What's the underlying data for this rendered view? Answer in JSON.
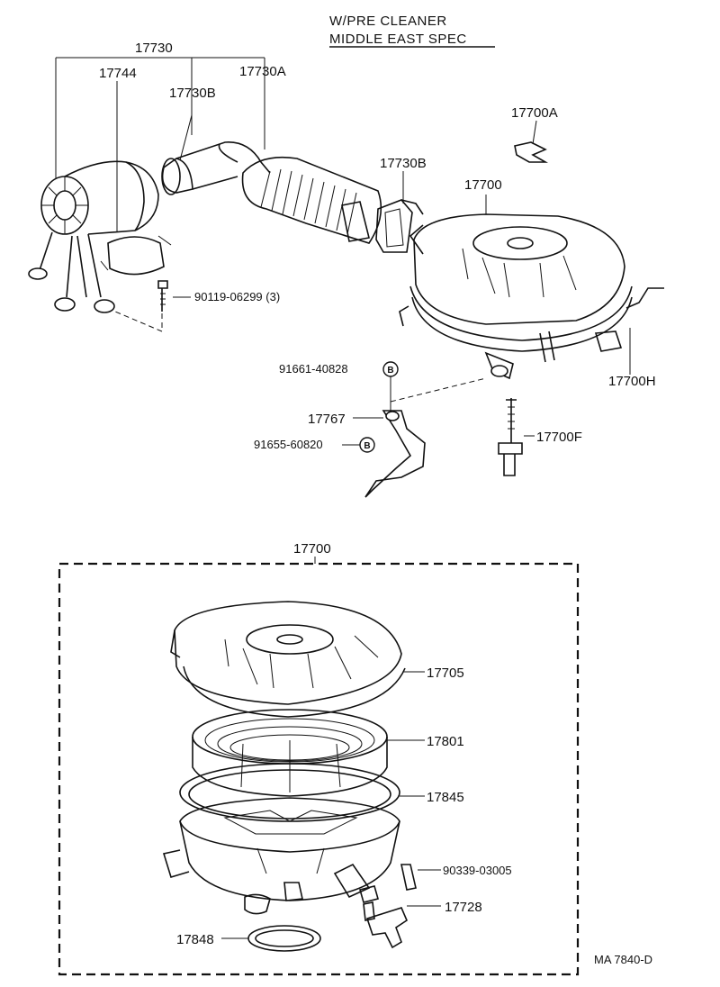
{
  "header": {
    "line1": "W/PRE CLEANER",
    "line2": "MIDDLE EAST SPEC"
  },
  "labels": {
    "p17730": "17730",
    "p17744": "17744",
    "p17730A": "17730A",
    "p17730B_top": "17730B",
    "p17730B_mid": "17730B",
    "p17700A": "17700A",
    "p17700_top": "17700",
    "p90119": "90119-06299 (3)",
    "p91661": "91661-40828",
    "p17767": "17767",
    "p91655": "91655-60820",
    "p17700F": "17700F",
    "p17700H": "17700H",
    "p17700_box": "17700",
    "p17705": "17705",
    "p17801": "17801",
    "p17845": "17845",
    "p90339": "90339-03005",
    "p17728": "17728",
    "p17848": "17848"
  },
  "badges": {
    "b1": "B",
    "b2": "B"
  },
  "footer": {
    "code": "MA  7840-D"
  }
}
